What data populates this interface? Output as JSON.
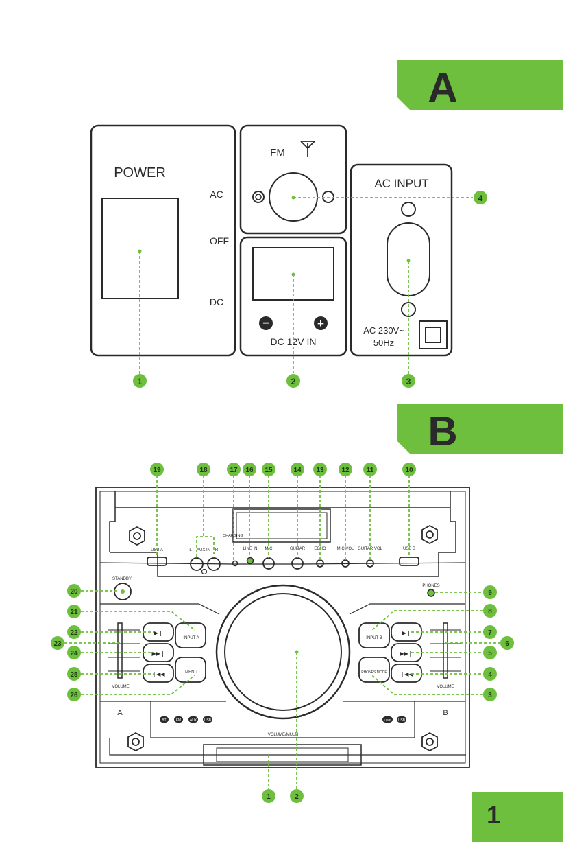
{
  "sections": {
    "a": {
      "label": "A"
    },
    "b": {
      "label": "B"
    }
  },
  "page_number": "1",
  "panel_a": {
    "power_title": "POWER",
    "switch_ac": "AC",
    "switch_off": "OFF",
    "switch_dc": "DC",
    "fm_label": "FM",
    "dc_in_label": "DC 12V IN",
    "minus_symbol": "−",
    "plus_symbol": "+",
    "ac_input_title": "AC INPUT",
    "ac_rating_line1": "AC 230V~",
    "ac_rating_line2": "50Hz",
    "callouts": [
      "1",
      "2",
      "3",
      "4"
    ]
  },
  "panel_b": {
    "top_labels": {
      "usb_a": "USB A",
      "aux_in": "AUX IN",
      "aux_l": "L",
      "aux_r": "R",
      "charging": "CHARGING",
      "line_in": "LINE IN",
      "mic": "MIC",
      "guitar": "GUITAR",
      "echo": "ECHO",
      "mic_vol": "MIC VOL",
      "guitar_vol": "GUITAR VOL",
      "usb_b": "USB B"
    },
    "standby": "STANDBY",
    "phones": "PHONES",
    "input_a": "INPUT A",
    "input_b": "INPUT B",
    "menu": "MENU",
    "phones_mode": "PHONES MODE",
    "volume_left": "VOLUME",
    "volume_right": "VOLUME",
    "side_a": "A",
    "side_b": "B",
    "volume_multi": "VOLUME/MULTI",
    "icons_left": [
      "BT",
      "FM",
      "AUX",
      "USB"
    ],
    "icons_right": [
      "LINE",
      "USB"
    ],
    "callouts_top": [
      "19",
      "18",
      "17",
      "16",
      "15",
      "14",
      "13",
      "12",
      "11",
      "10"
    ],
    "callouts_left": [
      "20",
      "21",
      "22",
      "23",
      "24",
      "25",
      "26"
    ],
    "callouts_right": [
      "9",
      "8",
      "7",
      "6",
      "5",
      "4",
      "3"
    ],
    "callouts_bottom": [
      "1",
      "2"
    ]
  },
  "colors": {
    "accent_green": "#6fbf3f",
    "dark_green_text": "#1d3a10",
    "line_dark": "#2a2a2a"
  }
}
